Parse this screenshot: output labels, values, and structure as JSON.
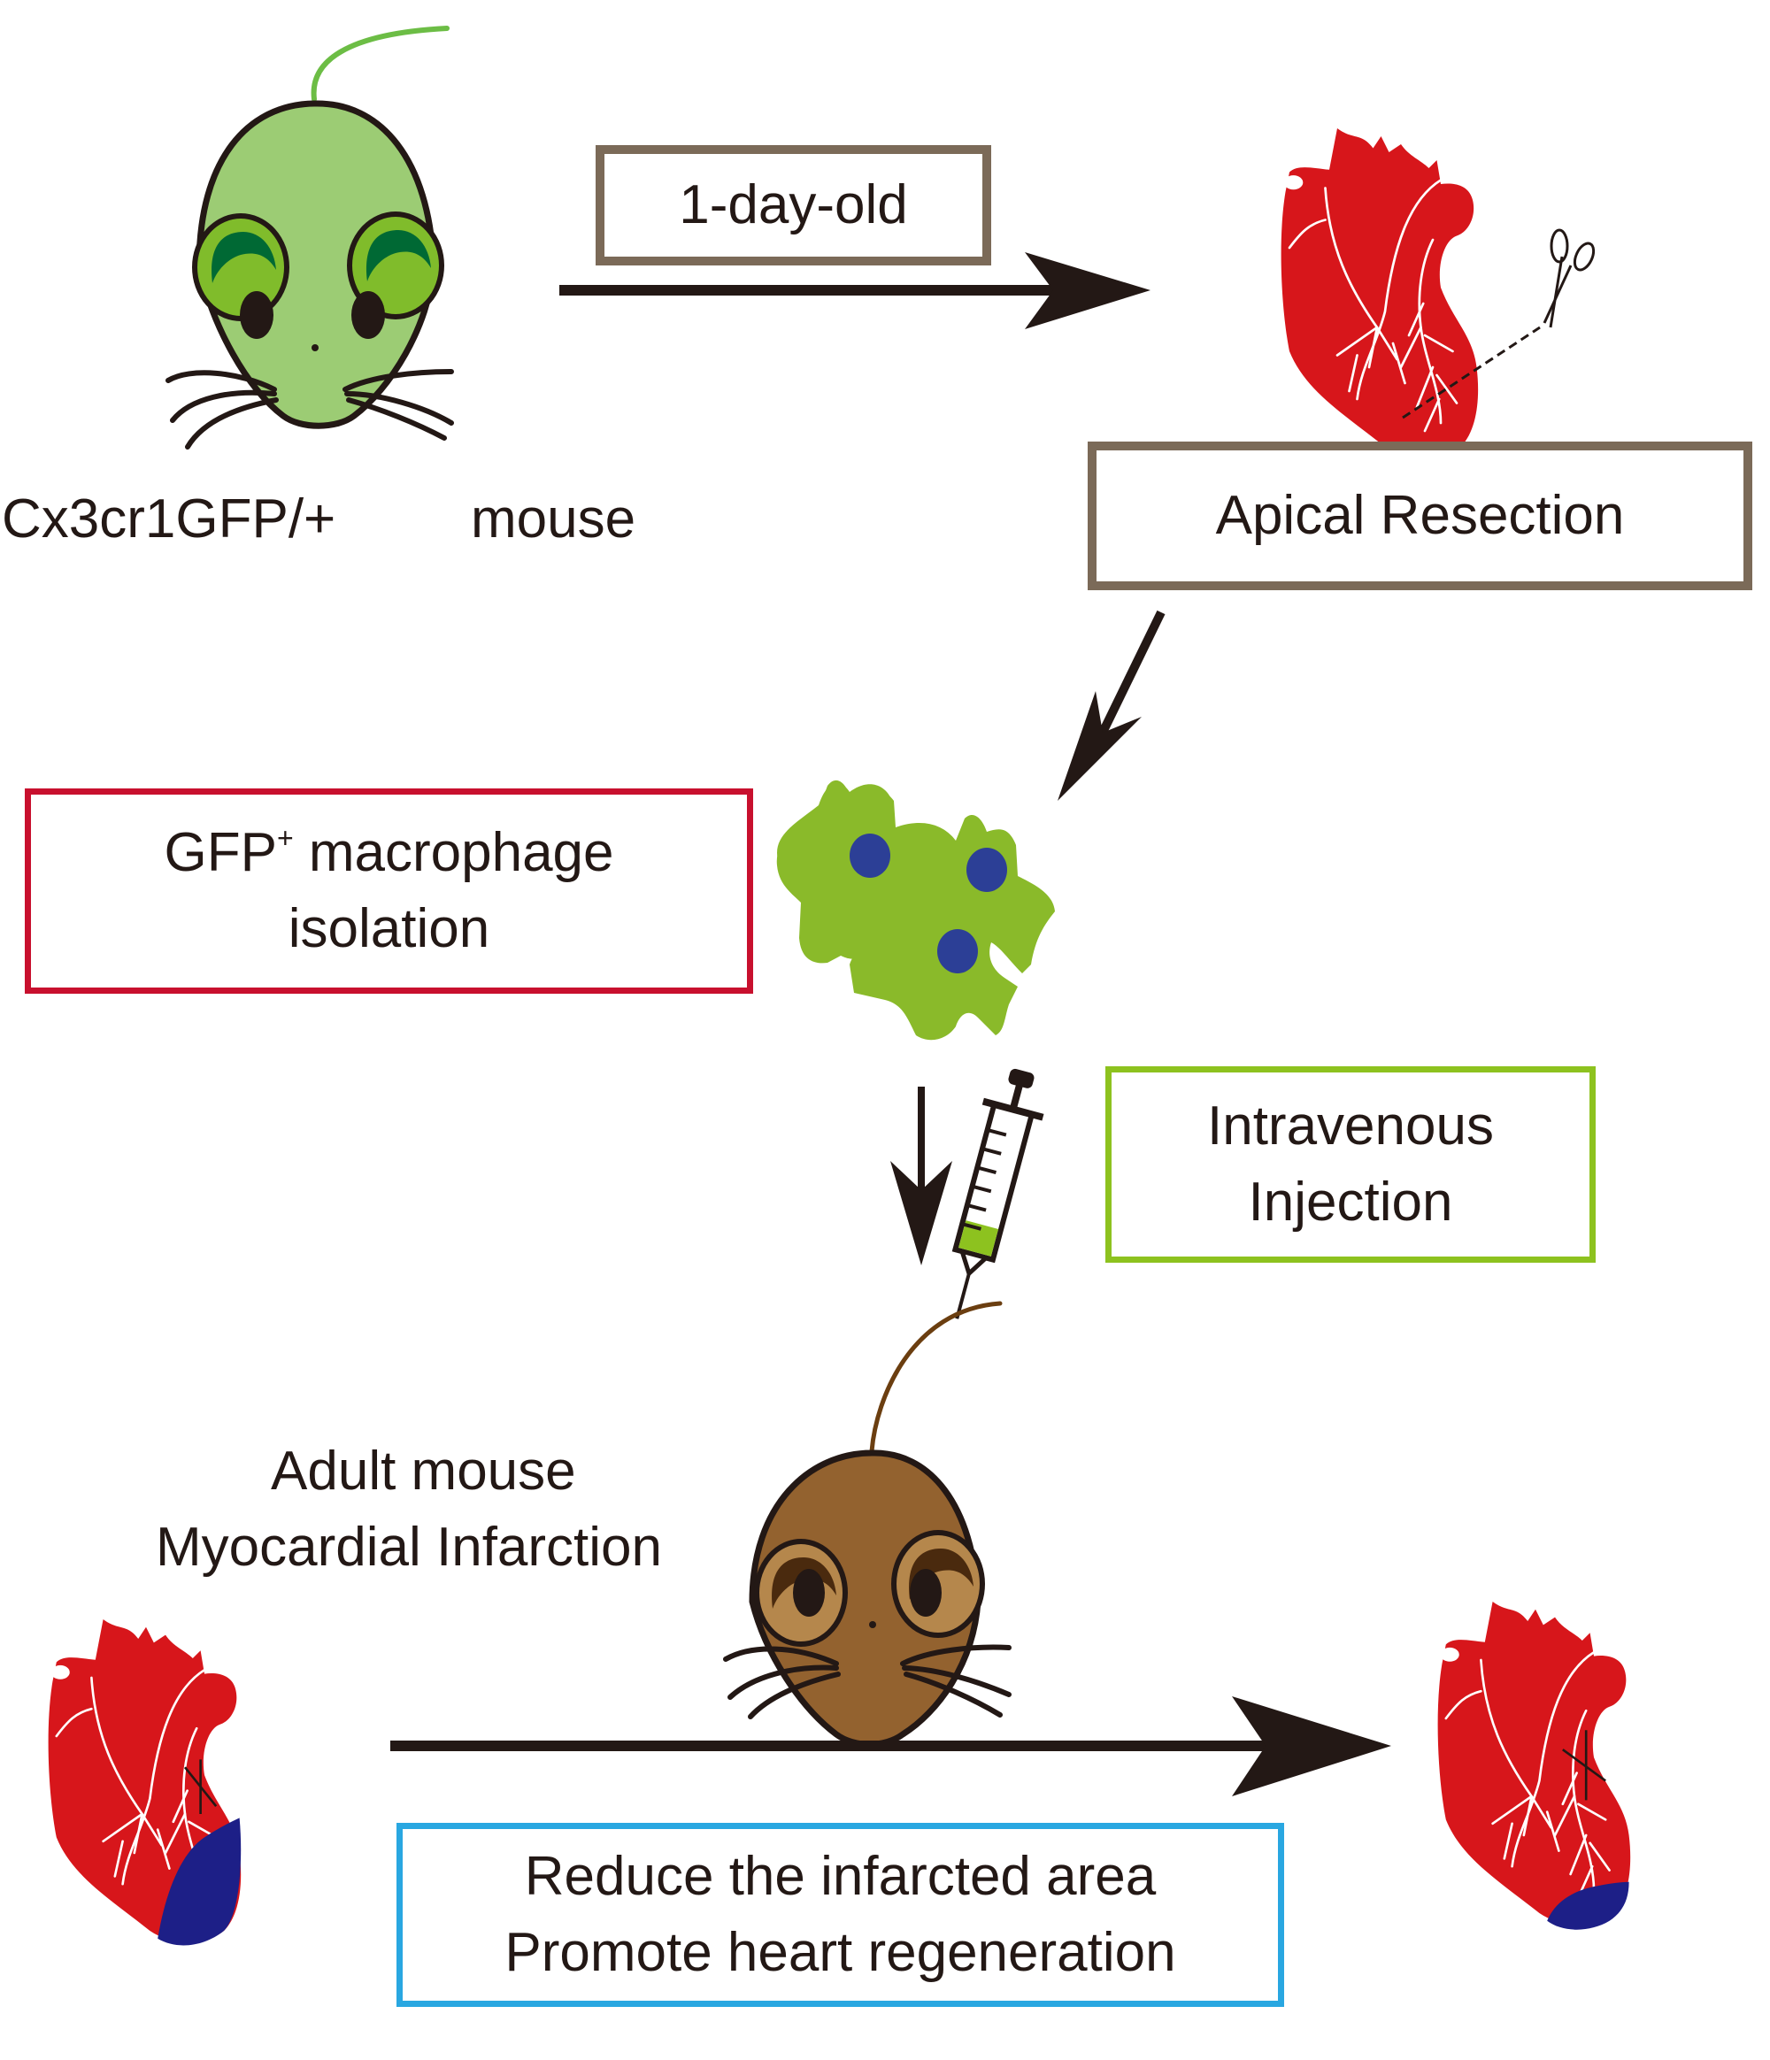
{
  "figure": {
    "title": "Neonatal GFP+ macrophage transplantation workflow",
    "colors": {
      "brown_box": "#7b6a58",
      "red_box": "#c8102e",
      "green_box": "#8dc21f",
      "blue_box": "#29a7e1",
      "heart_red": "#d7161b",
      "infarct_blue": "#1d1f87",
      "gfp_mouse": "#9ccc74",
      "adult_mouse": "#93622f",
      "macrophage": "#8aba2a",
      "nucleus": "#2c3f96",
      "arrow": "#231815"
    }
  },
  "labels": {
    "donor_mouse": "Cx3cr1GFP/+",
    "donor_mouse_suffix": "mouse",
    "age_box": "1-day-old",
    "surgery_box": "Apical Resection",
    "isolation_line1_main": "GFP",
    "isolation_line1_sup": "+",
    "isolation_line1_rest": " macrophage",
    "isolation_line2": "isolation",
    "injection_line1": "Intravenous",
    "injection_line2": "Injection",
    "recipient_line1": "Adult mouse",
    "recipient_line2": "Myocardial Infarction",
    "outcome_line1": "Reduce the infarcted area",
    "outcome_line2": "Promote heart regeneration"
  }
}
